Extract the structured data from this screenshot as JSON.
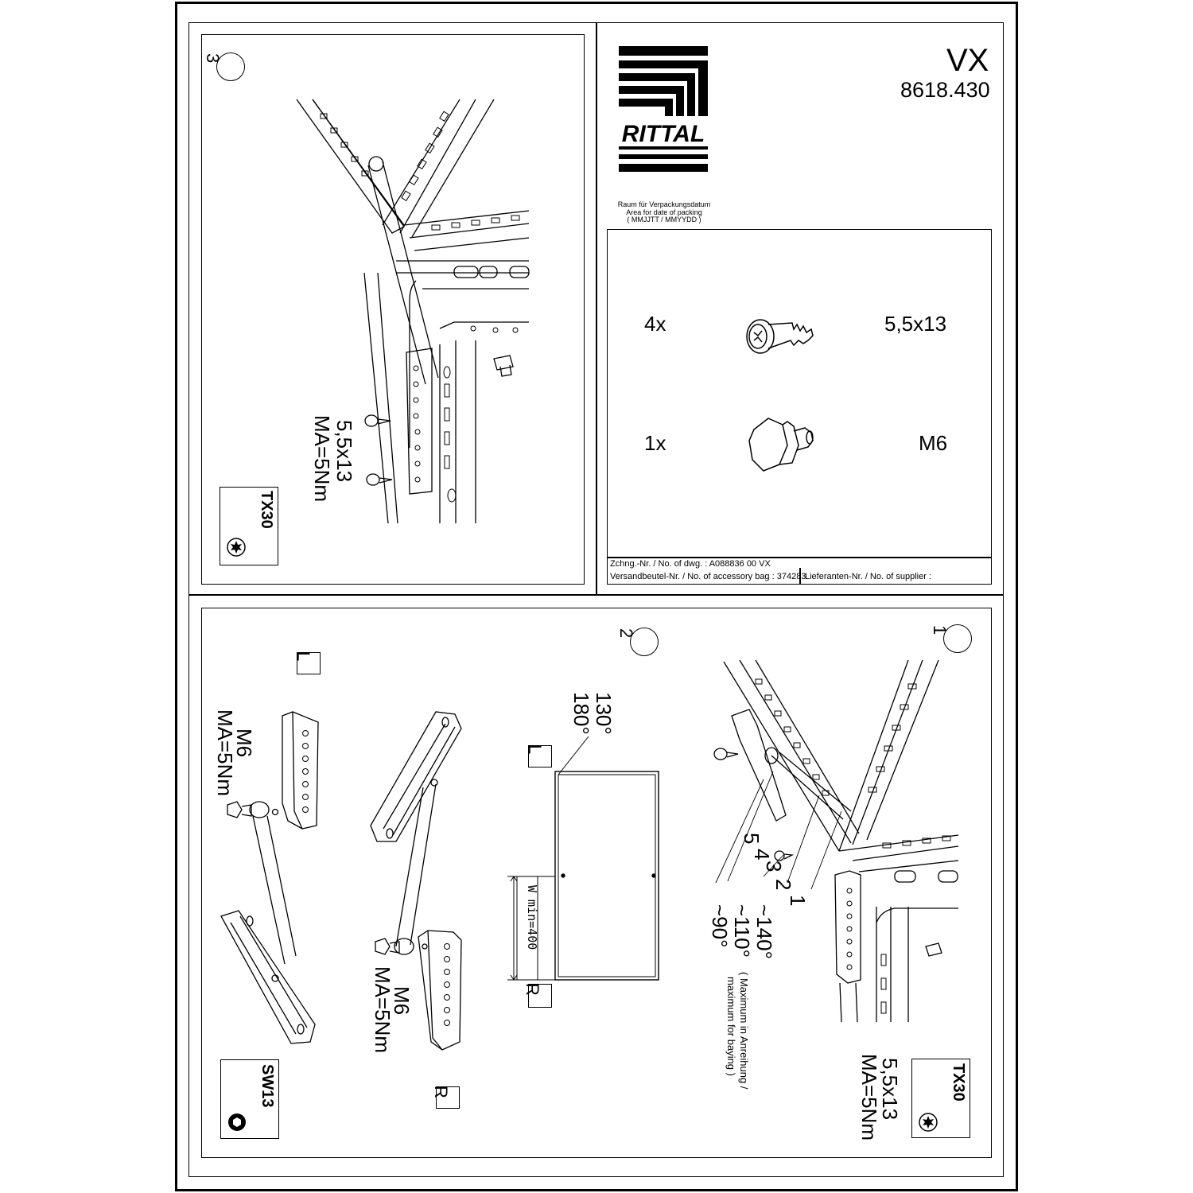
{
  "header": {
    "brand": "RITTAL",
    "product": "VX",
    "article_no": "8618.430",
    "packing_date_note": [
      "Raum für Verpackungsdatum",
      "Area for date of packing",
      "( MMJJTT / MMYYDD )"
    ]
  },
  "parts": [
    {
      "qty": "4x",
      "name": "5,5x13",
      "icon": "screw-icon"
    },
    {
      "qty": "1x",
      "name": "M6",
      "icon": "hex-bolt-icon"
    }
  ],
  "footer": {
    "drawing_no": "Zchng.-Nr. / No. of dwg. : A088836 00 VX",
    "accessory_bag": "Versandbeutel-Nr. / No. of accessory bag : 374283",
    "supplier": "Lieferanten-Nr. / No. of supplier :"
  },
  "step3": {
    "number": "3",
    "screw": "5,5x13",
    "torque": "MA=5Nm",
    "tool": "TX30",
    "tool_icon": "torx-icon"
  },
  "step1": {
    "number": "1",
    "positions": [
      "1",
      "2",
      "3",
      "4",
      "5"
    ],
    "angles": [
      "~140°",
      "~110°",
      "~90°"
    ],
    "note_de": "( Maximum in Anreihung /",
    "note_en": "maximum for baying  )",
    "screw": "5,5x13",
    "torque": "MA=5Nm",
    "tool": "TX30",
    "tool_icon": "torx-icon"
  },
  "step2": {
    "number": "2",
    "angle_a": "130°",
    "angle_b": "180°",
    "label_left": "L",
    "label_right": "R",
    "dimension": "W min=400"
  },
  "step_lr": {
    "label_left": "L",
    "label_right": "R",
    "bolt_left": "M6",
    "torque_left": "MA=5Nm",
    "bolt_right": "M6",
    "torque_right": "MA=5Nm",
    "tool": "SW13",
    "tool_icon": "hex-socket-icon"
  }
}
